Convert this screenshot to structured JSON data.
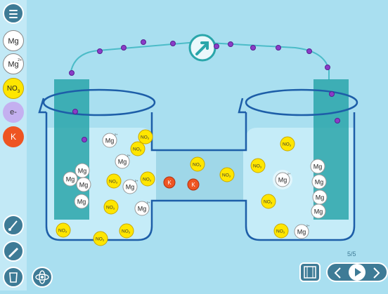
{
  "legend": [
    {
      "label": "Mg",
      "charge": "",
      "kind": "mg"
    },
    {
      "label": "Mg",
      "charge": "2+",
      "kind": "mg"
    },
    {
      "label": "NO",
      "sub": "3",
      "charge": "-",
      "kind": "no3"
    },
    {
      "label": "e-",
      "charge": "",
      "kind": "e"
    },
    {
      "label": "K",
      "charge": "+",
      "kind": "k"
    }
  ],
  "step_counter": "5/5",
  "particles": {
    "mg_ion_label": "Mg",
    "mg_ion_charge": "2+",
    "mg_atom_label": "Mg",
    "no3_label": "NO",
    "no3_sub": "3",
    "no3_charge": "-",
    "k_label": "K",
    "k_charge": "+"
  },
  "colors": {
    "background": "#a9dff0",
    "glass": "#1d5ea8",
    "wire": "#4cbcc8",
    "electrode": "#2aa6aa",
    "electron": "#8a3cc8",
    "mg": "#ffffff",
    "no3": "#ffe600",
    "potassium": "#ee5522",
    "button": "#3e7b96"
  },
  "icons": [
    "hamburger-menu-icon",
    "wire-tool-icon",
    "pen-tool-icon",
    "beaker-tool-icon",
    "atom-tool-icon",
    "film-icon",
    "previous-icon",
    "play-icon",
    "next-icon"
  ]
}
